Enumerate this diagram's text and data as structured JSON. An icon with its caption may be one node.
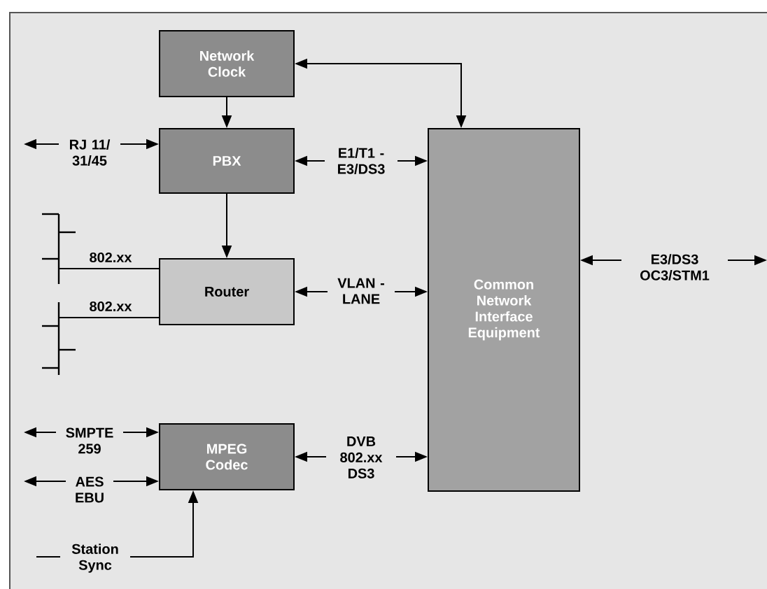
{
  "diagram": {
    "nodes": [
      {
        "text": [
          "Network Clock"
        ]
      },
      {
        "text": [
          "PBX"
        ]
      },
      {
        "text": [
          "Router"
        ]
      },
      {
        "text": [
          "MPEG Codec"
        ]
      },
      {
        "text": [
          "Common Network Interface Equipment"
        ]
      },
      {
        "text": [],
        "shape": "bar"
      },
      {
        "text": [],
        "shape": "bar"
      }
    ],
    "edges": [
      {
        "from": 0,
        "to": 4,
        "arrow": "both"
      },
      {
        "from": 0,
        "to": 1,
        "arrow": "to"
      },
      {
        "from": 1,
        "to": 4,
        "arrow": "both",
        "label": "E1/T1 - E3/DS3"
      },
      {
        "from": 1,
        "to": 2,
        "arrow": "to"
      },
      {
        "from": 2,
        "to": 4,
        "arrow": "both",
        "label": "VLAN - LANE"
      },
      {
        "from": 3,
        "to": 4,
        "arrow": "both",
        "label": "DVB 802.xx DS3"
      },
      {
        "from": null,
        "to": 1,
        "arrow": "both",
        "label": "RJ 11/ 31/45"
      },
      {
        "from": 5,
        "to": 2,
        "arrow": "none",
        "label": "802.xx"
      },
      {
        "from": 6,
        "to": 2,
        "arrow": "none",
        "label": "802.xx"
      },
      {
        "from": null,
        "to": 3,
        "arrow": "both",
        "label": "SMPTE 259"
      },
      {
        "from": null,
        "to": 3,
        "arrow": "both",
        "label": "AES EBU"
      },
      {
        "from": null,
        "to": 3,
        "arrow": "to",
        "label": "Station Sync"
      },
      {
        "from": 4,
        "to": null,
        "arrow": "both",
        "label": "E3/DS3 OC3/STM1"
      }
    ]
  }
}
